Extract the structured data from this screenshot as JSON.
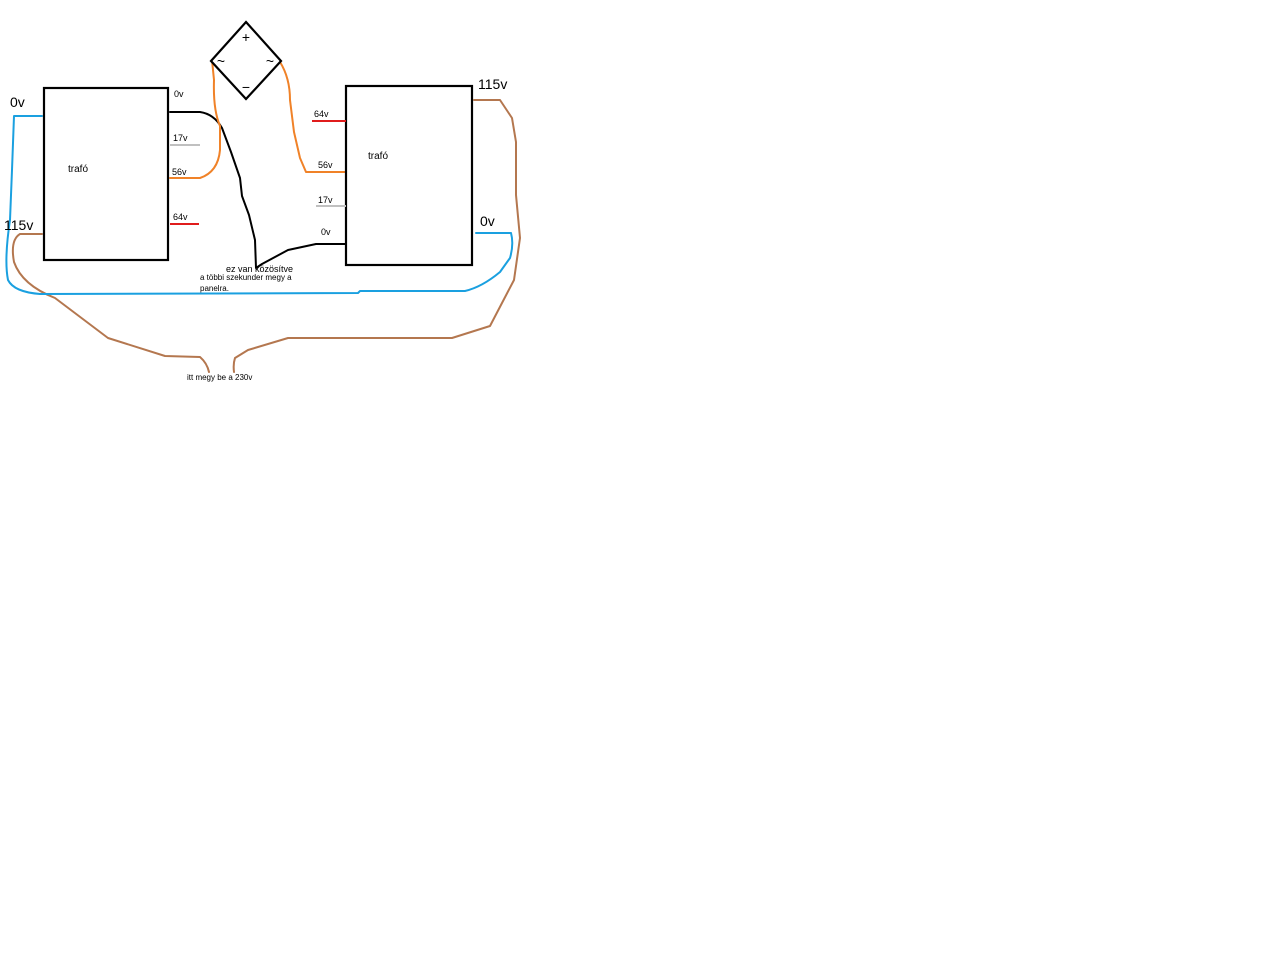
{
  "colors": {
    "primary_wire": "#1aa0e0",
    "mains_wire": "#b4774f",
    "wire_56v": "#f08228",
    "wire_64v": "#e01c1c",
    "wire_17v": "#c0c0c0",
    "common_wire": "#000000"
  },
  "left_transformer": {
    "name": "trafó",
    "primary_top": "0v",
    "primary_bottom": "115v",
    "secondaries": {
      "v0": "0v",
      "v17": "17v",
      "v56": "56v",
      "v64": "64v"
    }
  },
  "right_transformer": {
    "name": "trafó",
    "primary_top": "115v",
    "primary_bottom": "0v",
    "secondaries": {
      "v64": "64v",
      "v56": "56v",
      "v17": "17v",
      "v0": "0v"
    }
  },
  "rectifier": {
    "plus": "+",
    "minus": "−",
    "ac_left": "~",
    "ac_right": "~"
  },
  "annotations": {
    "common_note": "ez van közösítve",
    "secondary_note_line1": "a többi szekunder megy a",
    "secondary_note_line2": "panelra.",
    "mains_note": "itt megy be a 230v"
  }
}
